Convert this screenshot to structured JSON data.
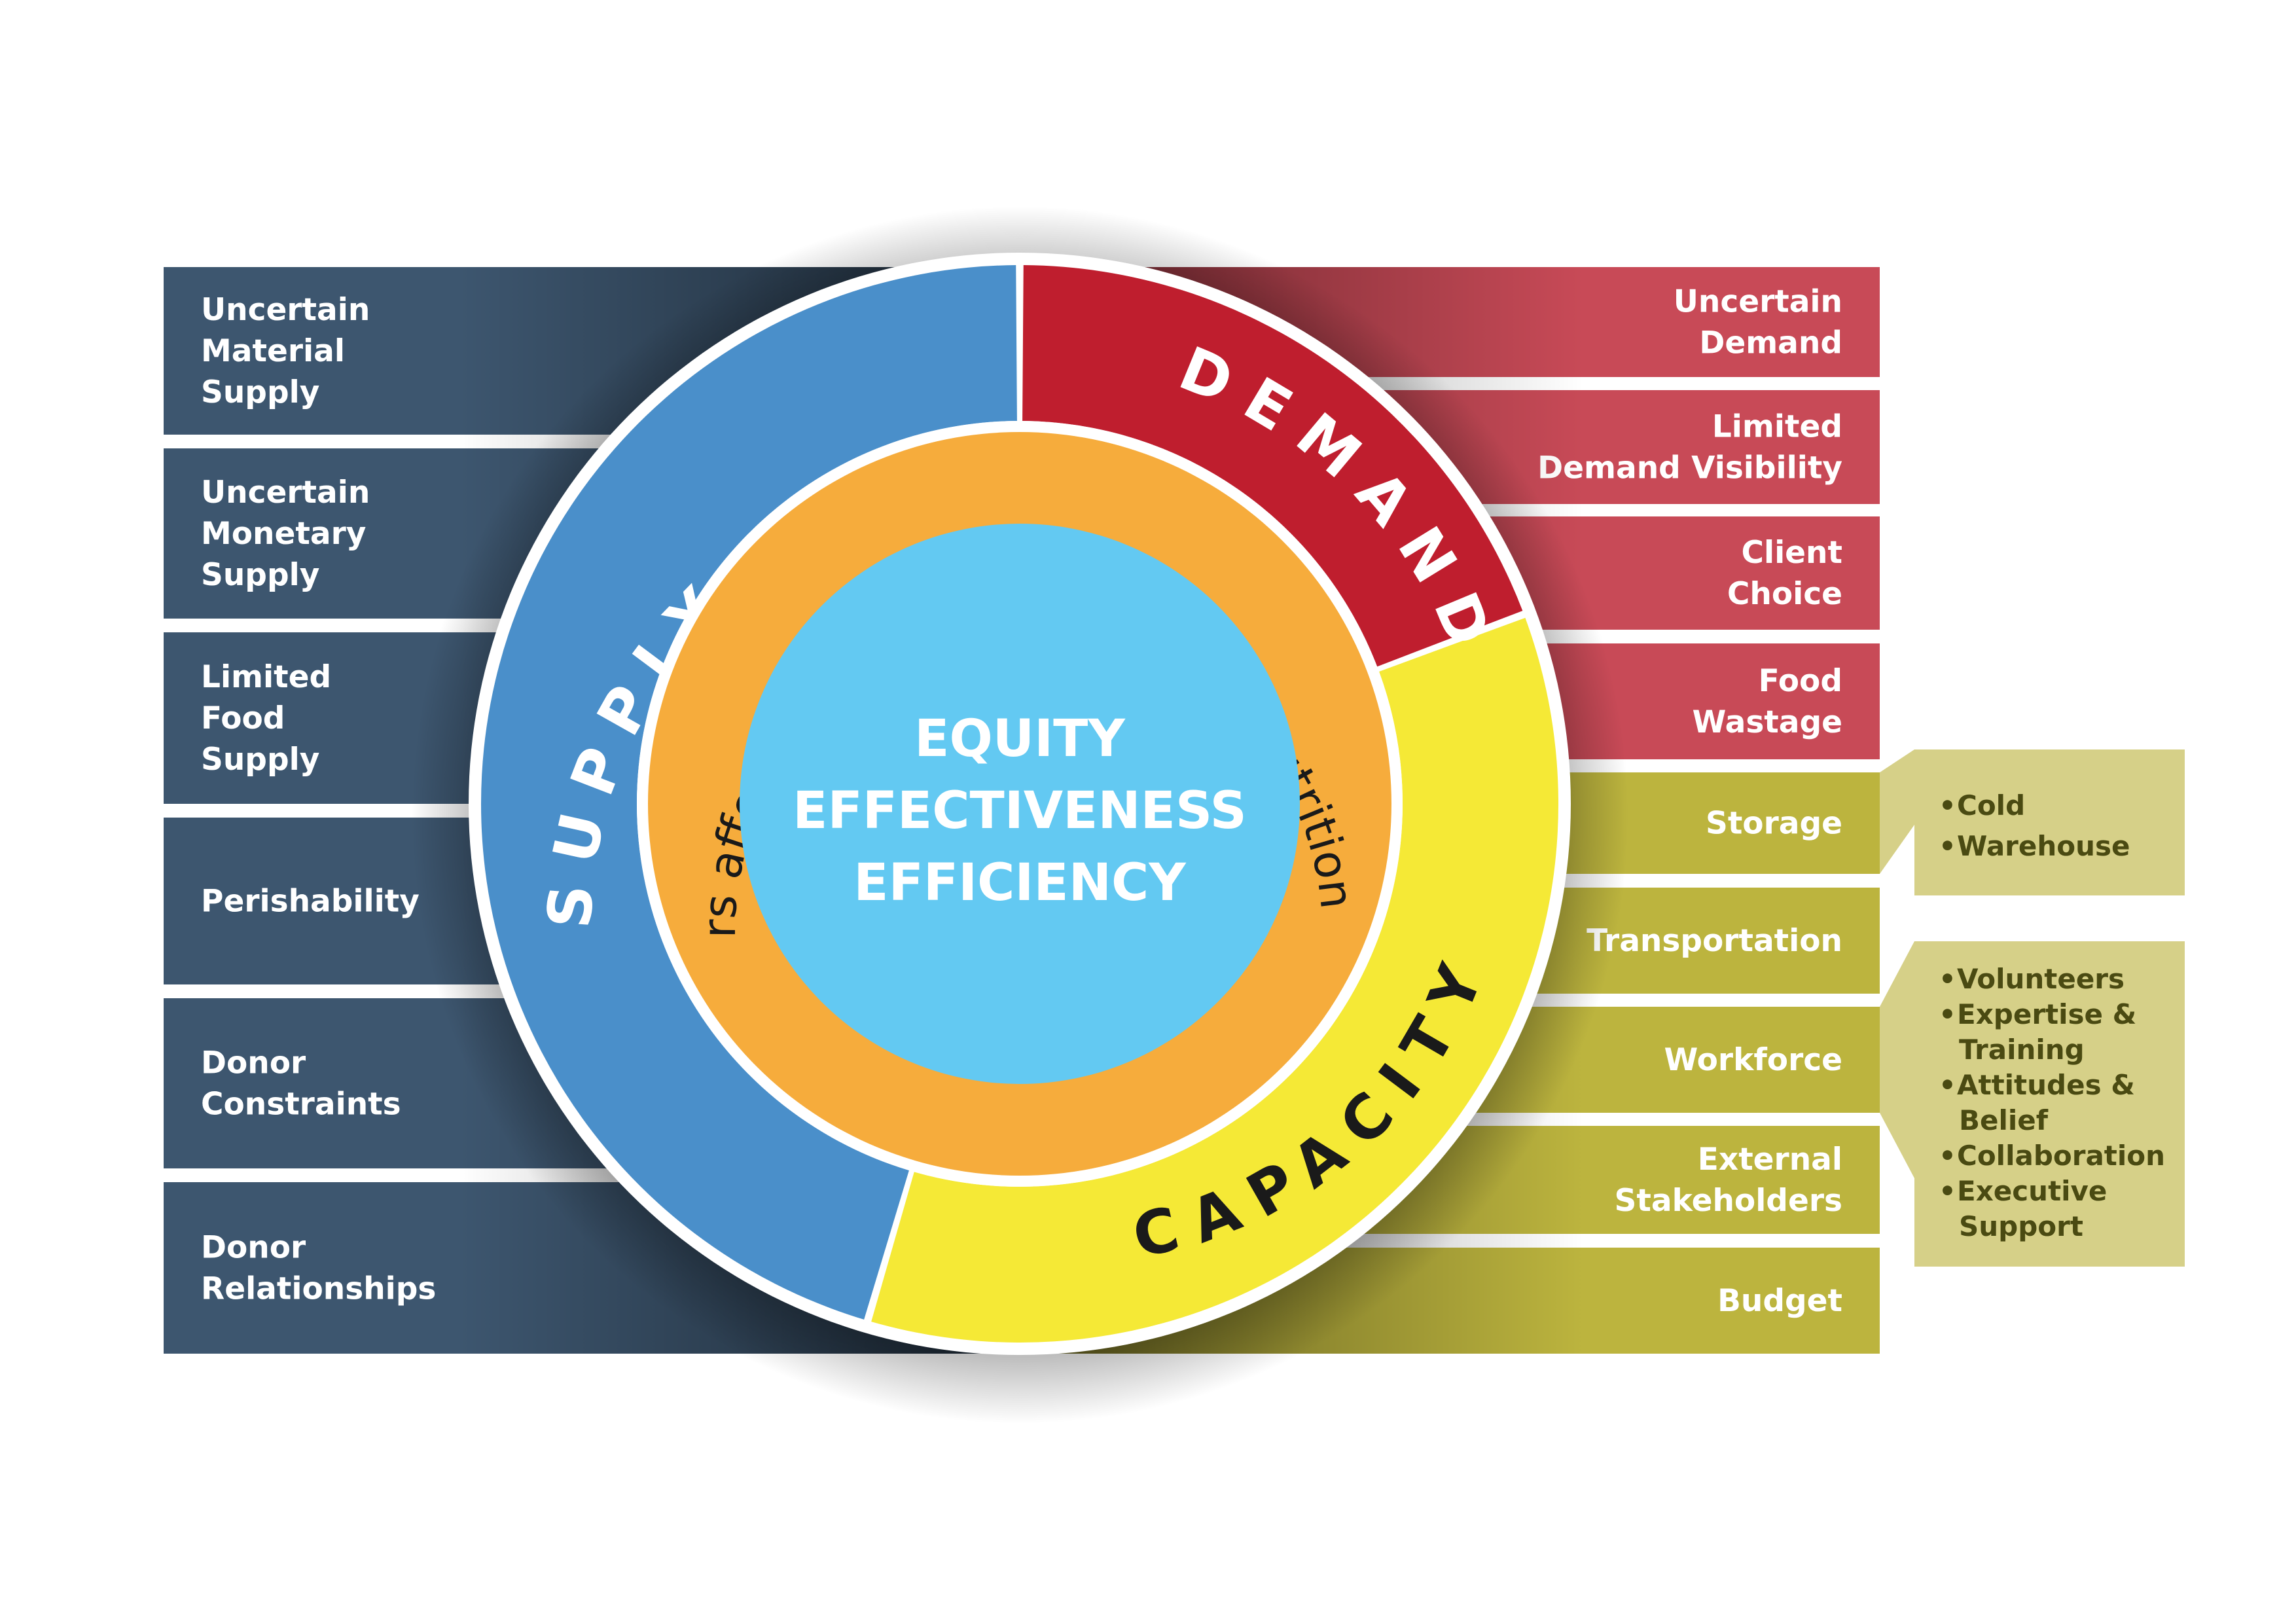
{
  "supply": {
    "title": "SUPPLY",
    "color": "#4a8fca",
    "panel_color": "#3d566f",
    "items": [
      [
        "Uncertain",
        "Material",
        "Supply"
      ],
      [
        "Uncertain",
        "Monetary",
        "Supply"
      ],
      [
        "Limited",
        "Food",
        "Supply"
      ],
      [
        "Perishability"
      ],
      [
        "Donor",
        "Constraints"
      ],
      [
        "Donor",
        "Relationships"
      ]
    ]
  },
  "demand": {
    "title": "DEMAND",
    "color": "#bf1e2e",
    "panel_color": "#c84a57",
    "items": [
      [
        "Uncertain",
        "Demand"
      ],
      [
        "Limited",
        "Demand Visibility"
      ],
      [
        "Client",
        "Choice"
      ],
      [
        "Food",
        "Wastage"
      ]
    ]
  },
  "capacity": {
    "title": "CAPACITY",
    "color": "#f5e936",
    "panel_color": "#bcb43e",
    "items": [
      [
        "Storage"
      ],
      [
        "Transportation"
      ],
      [
        "Workforce"
      ],
      [
        "External",
        "Stakeholders"
      ],
      [
        "Budget"
      ]
    ],
    "callout_color": "#d6d088",
    "storage_details": [
      "Cold",
      "Warehouse"
    ],
    "workforce_details": [
      [
        "Volunteers"
      ],
      [
        "Expertise &",
        "Training"
      ],
      [
        "Attitudes &",
        "Belief"
      ],
      [
        "Collaboration"
      ],
      [
        "Executive",
        "Support"
      ]
    ]
  },
  "ring_text": "Factors affecting the introduction of nutrition policy",
  "ring_color": "#f6ac3c",
  "core": {
    "color": "#63c9f2",
    "lines": [
      "EQUITY",
      "EFFECTIVENESS",
      "EFFICIENCY"
    ]
  }
}
